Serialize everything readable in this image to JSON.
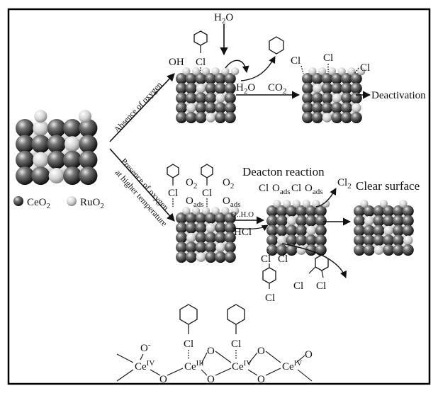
{
  "legend": {
    "ceo2": "CeO",
    "ceo2_sub": "2",
    "ruo2": "RuO",
    "ruo2_sub": "2"
  },
  "top_path": {
    "condition": "Absence of oxygen",
    "water_in": "H",
    "water_in_sub": "2",
    "water_in_end": "O",
    "oh": "OH",
    "cl": "Cl",
    "h2o": "H",
    "h2o_sub": "2",
    "h2o_end": "O",
    "co2": "CO",
    "co2_sub": "2",
    "cl_a": "Cl",
    "cl_b": "Cl",
    "cl_c": "Cl",
    "result": "Deactivation"
  },
  "bottom_path": {
    "condition_1": "Presence of oxygen",
    "condition_2": "at higher temperature",
    "cl1": "Cl",
    "cl2": "Cl",
    "o2": "O",
    "o2_sub": "2",
    "o2b": "O",
    "o2b_sub": "2",
    "o_ads": "O",
    "o_ads_sub": "ads",
    "o_ads2": "O",
    "o_ads2_sub": "ads",
    "ohoh": "O..H.O",
    "hcl": "HCl",
    "deacon": "Deacton reaction",
    "dcl1": "Cl",
    "dcl2": "Cl",
    "dads1": "O",
    "dads1_sub": "ads",
    "dads2": "O",
    "dads2_sub": "ads",
    "cl2_sub": "2",
    "clear": "Clear surface",
    "below_cl1": "Cl",
    "below_cl2": "Cl",
    "para_cl": "Cl",
    "ortho_cl1": "Cl",
    "ortho_cl2": "Cl"
  },
  "mechanism": {
    "o_minus": "O",
    "o_minus_sup": "-",
    "ce1": "Ce",
    "ce1_sup": "IV",
    "ce2": "Ce",
    "ce2_sup": "III",
    "ce3": "Ce",
    "ce3_sup": "IV",
    "ce4": "Ce",
    "ce4_sup": "IV",
    "cl1": "Cl",
    "cl2": "Cl",
    "o1": "O",
    "o2": "O",
    "o3": "O",
    "o4": "O",
    "o5": "O",
    "o6": "O"
  },
  "colors": {
    "ceo2_sphere": "#2a2a2a",
    "ruo2_sphere": "#bdbdbd",
    "frame": "#000000"
  }
}
